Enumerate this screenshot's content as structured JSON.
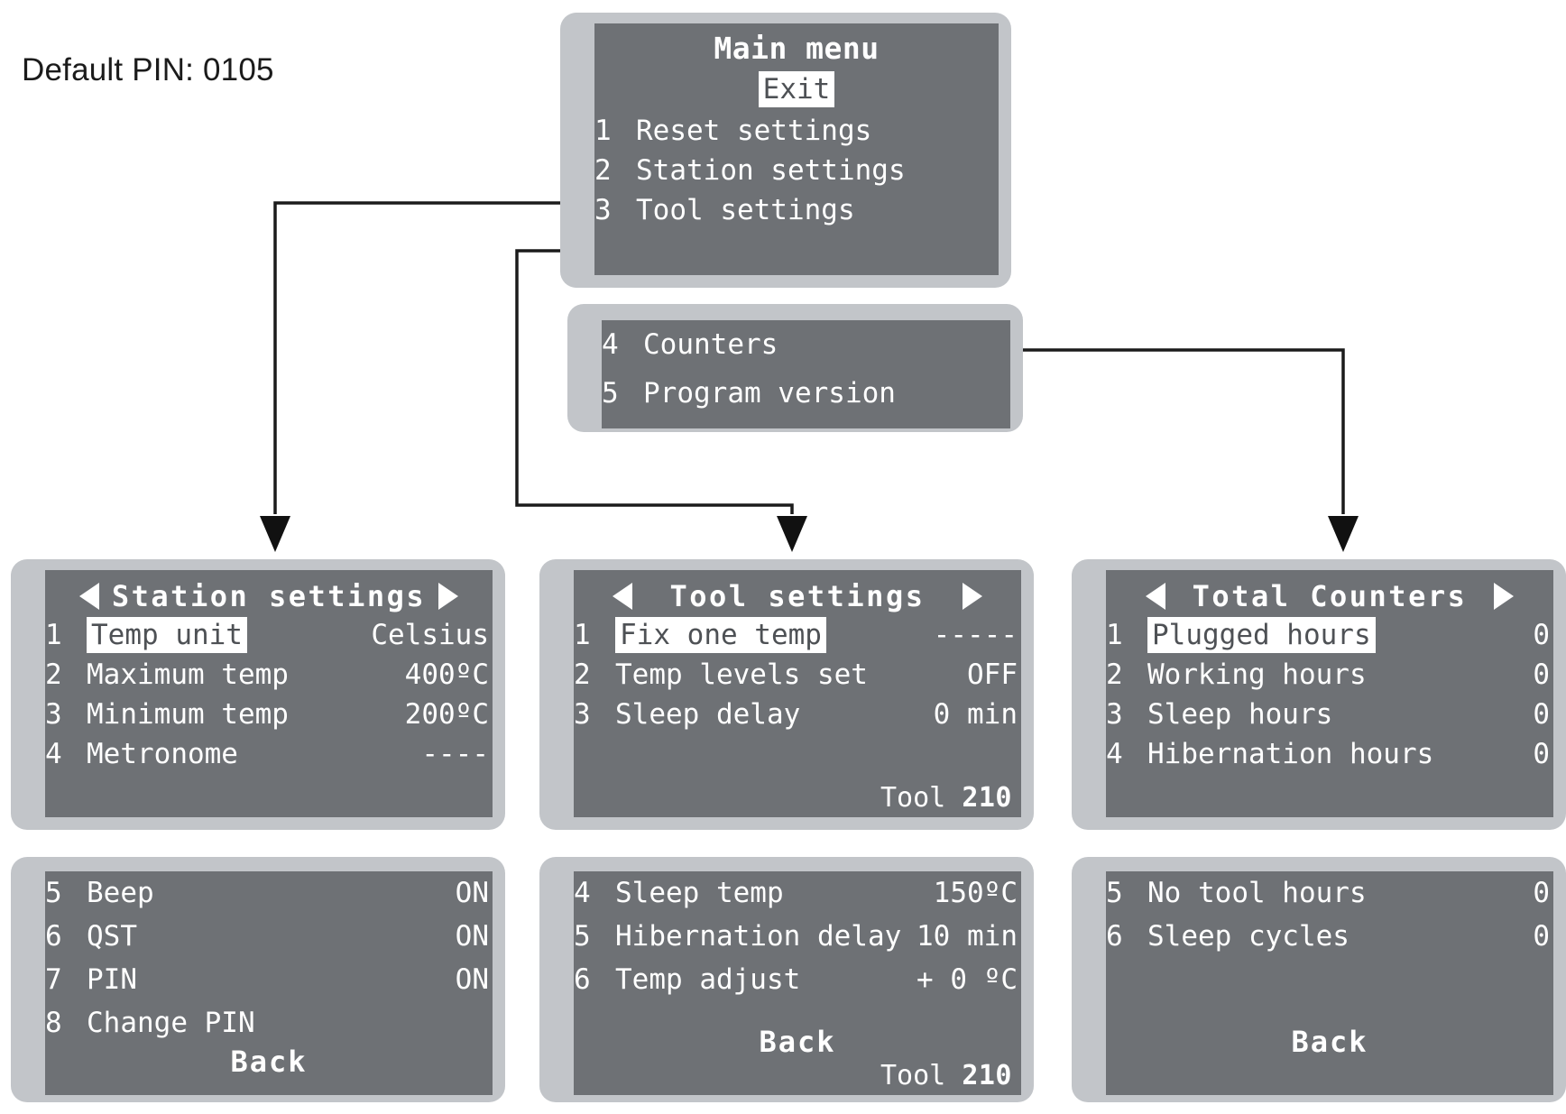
{
  "caption": {
    "default_pin": "Default PIN: 0105"
  },
  "main_menu": {
    "title": "Main menu",
    "exit_label": "Exit",
    "items": [
      {
        "num": "1",
        "label": "Reset settings"
      },
      {
        "num": "2",
        "label": "Station settings"
      },
      {
        "num": "3",
        "label": "Tool settings"
      }
    ]
  },
  "main_menu_page2": {
    "items": [
      {
        "num": "4",
        "label": "Counters"
      },
      {
        "num": "5",
        "label": "Program version"
      }
    ]
  },
  "station_settings": {
    "title": "Station settings",
    "left_arrow": "left-arrow",
    "right_arrow": "right-arrow",
    "items": [
      {
        "num": "1",
        "label": "Temp unit",
        "value": "Celsius",
        "highlighted": true
      },
      {
        "num": "2",
        "label": "Maximum  temp",
        "value": "400ºC"
      },
      {
        "num": "3",
        "label": "Minimum  temp",
        "value": "200ºC"
      },
      {
        "num": "4",
        "label": "Metronome",
        "value": "----"
      }
    ]
  },
  "station_settings_page2": {
    "items": [
      {
        "num": "5",
        "label": "Beep",
        "value": "ON"
      },
      {
        "num": "6",
        "label": "QST",
        "value": "ON"
      },
      {
        "num": "7",
        "label": "PIN",
        "value": "ON"
      },
      {
        "num": "8",
        "label": "Change PIN",
        "value": ""
      }
    ],
    "back_label": "Back"
  },
  "tool_settings": {
    "title": "Tool settings",
    "items": [
      {
        "num": "1",
        "label": "Fix one temp",
        "value": "-----",
        "highlighted": true
      },
      {
        "num": "2",
        "label": "Temp  levels  set",
        "value": "OFF"
      },
      {
        "num": "3",
        "label": "Sleep delay",
        "value": "0   min"
      }
    ],
    "footer_prefix": "Tool ",
    "footer_tool": "210"
  },
  "tool_settings_page2": {
    "items": [
      {
        "num": "4",
        "label": "Sleep temp",
        "value": "150ºC"
      },
      {
        "num": "5",
        "label": "Hibernation delay",
        "value": "10  min"
      },
      {
        "num": "6",
        "label": "Temp adjust",
        "value": "+ 0  ºC"
      }
    ],
    "back_label": "Back",
    "footer_prefix": "Tool ",
    "footer_tool": "210"
  },
  "total_counters": {
    "title": "Total Counters",
    "items": [
      {
        "num": "1",
        "label": "Plugged hours",
        "value": "0",
        "highlighted": true
      },
      {
        "num": "2",
        "label": "Working hours",
        "value": "0"
      },
      {
        "num": "3",
        "label": "Sleep hours",
        "value": "0"
      },
      {
        "num": "4",
        "label": "Hibernation hours",
        "value": "0"
      }
    ]
  },
  "total_counters_page2": {
    "items": [
      {
        "num": "5",
        "label": "No tool hours",
        "value": "0"
      },
      {
        "num": "6",
        "label": "Sleep cycles",
        "value": "0"
      }
    ],
    "back_label": "Back"
  },
  "colors": {
    "screen_bg": "#6e7175",
    "bezel": "#c2c5c9",
    "text": "#ffffff",
    "highlight_bg": "#ffffff",
    "highlight_text": "#4e5155",
    "wire": "#1b1b1b"
  }
}
